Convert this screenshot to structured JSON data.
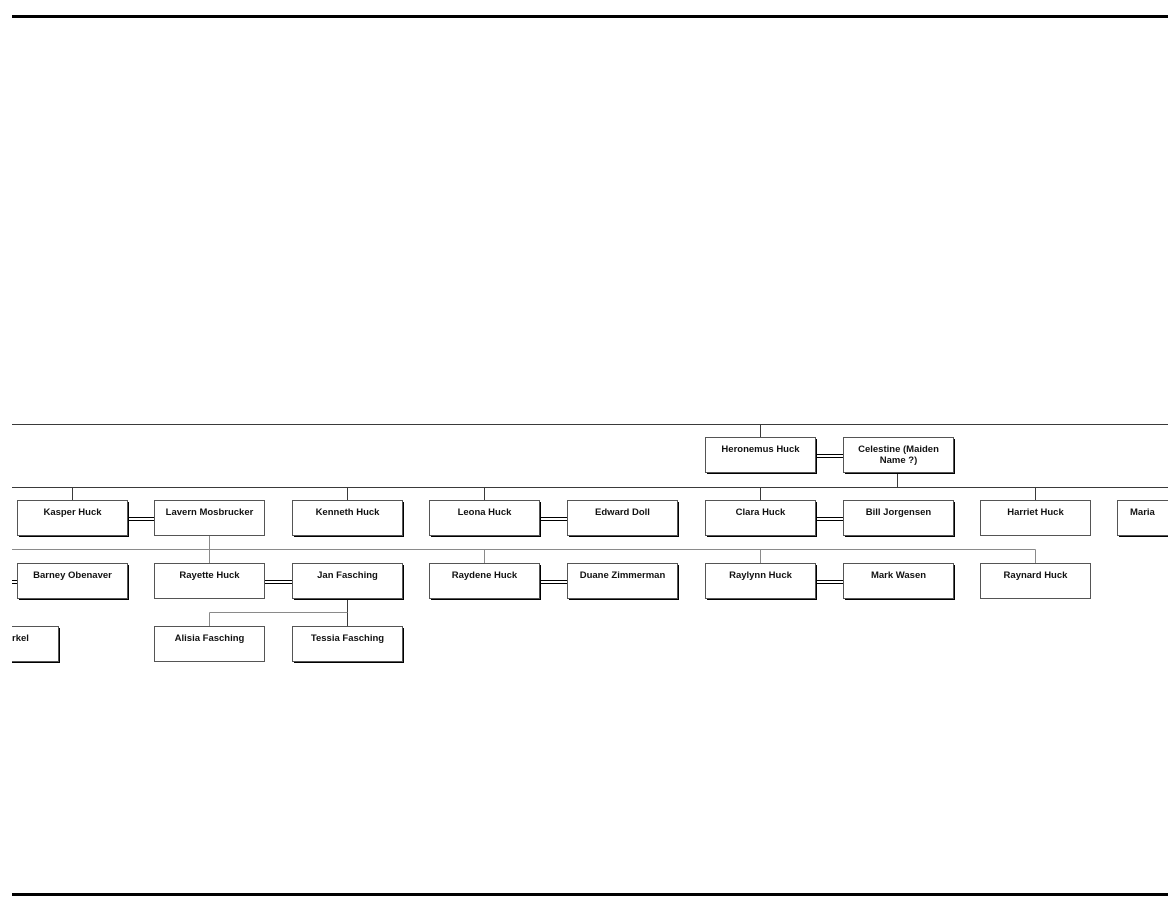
{
  "people": {
    "heronemus": "Heronemus Huck",
    "celestine_1": "Celestine (Maiden",
    "celestine_2": "Name ?)",
    "kasper": "Kasper Huck",
    "lavern": "Lavern Mosbrucker",
    "kenneth": "Kenneth Huck",
    "leona": "Leona Huck",
    "edward": "Edward Doll",
    "clara": "Clara Huck",
    "bill": "Bill Jorgensen",
    "harriet": "Harriet Huck",
    "maria": "Maria",
    "barney": "Barney Obenaver",
    "rayette": "Rayette Huck",
    "jan": "Jan Fasching",
    "raydene": "Raydene Huck",
    "duane": "Duane Zimmerman",
    "raylynn": "Raylynn Huck",
    "mark": "Mark Wasen",
    "raynard": "Raynard Huck",
    "rkel": "rkel",
    "alisia": "Alisia Fasching",
    "tessia": "Tessia Fasching"
  }
}
